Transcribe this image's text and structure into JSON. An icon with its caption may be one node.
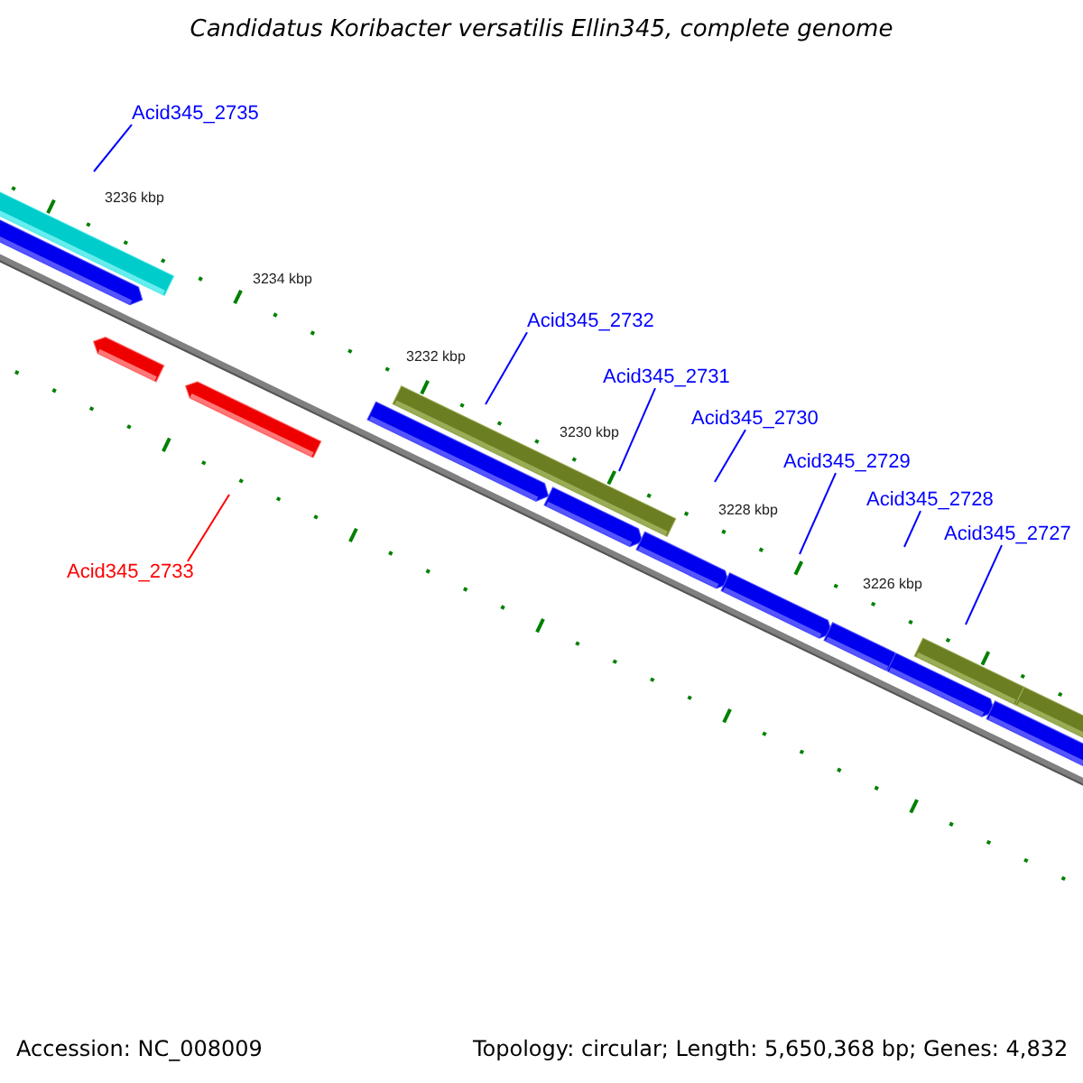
{
  "diagram": {
    "title": "Candidatus Koribacter versatilis Ellin345, complete genome",
    "nodes": [
      {
        "text": [
          "Acid345_2735"
        ]
      },
      {
        "text": [
          "Acid345_2732"
        ]
      },
      {
        "text": [
          "Acid345_2731"
        ]
      },
      {
        "text": [
          "Acid345_2730"
        ]
      },
      {
        "text": [
          "Acid345_2729"
        ]
      },
      {
        "text": [
          "Acid345_2728"
        ]
      },
      {
        "text": [
          "Acid345_2727"
        ]
      },
      {
        "text": [
          "Acid345_2733"
        ]
      }
    ],
    "edges": [
      {
        "from": 0,
        "to": null,
        "arrow": "none"
      },
      {
        "from": 1,
        "to": null,
        "arrow": "none"
      },
      {
        "from": 2,
        "to": null,
        "arrow": "none"
      },
      {
        "from": 3,
        "to": null,
        "arrow": "none"
      },
      {
        "from": 4,
        "to": null,
        "arrow": "none"
      },
      {
        "from": 5,
        "to": null,
        "arrow": "none"
      },
      {
        "from": 6,
        "to": null,
        "arrow": "none"
      },
      {
        "from": 7,
        "to": null,
        "arrow": "none",
        "color": "#ff0000"
      }
    ],
    "labels": [
      "3236 kbp",
      "3234 kbp",
      "3232 kbp",
      "3230 kbp",
      "3228 kbp",
      "3226 kbp",
      "Accession: NC_008009",
      "Topology: circular; Length: 5,650,368 bp; Genes: 4,832"
    ]
  }
}
